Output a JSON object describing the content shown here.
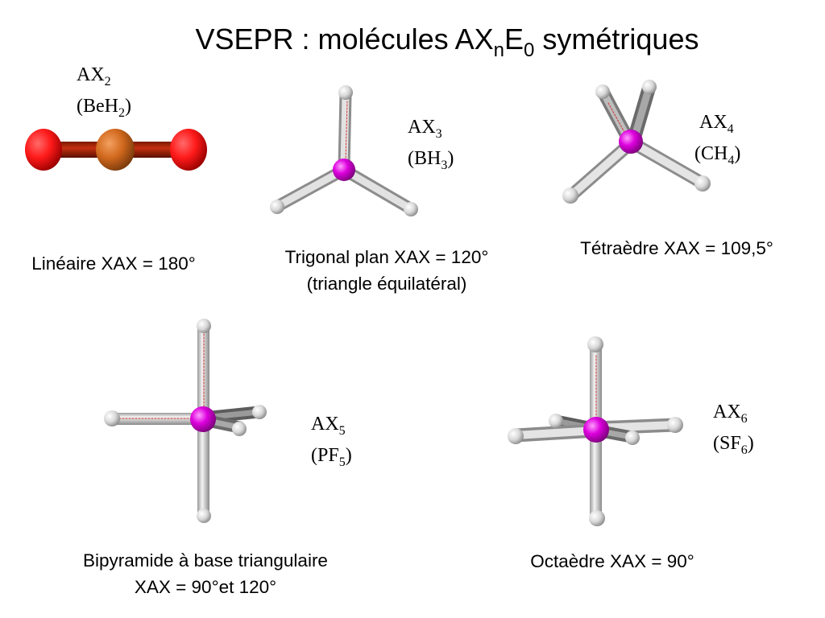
{
  "title": {
    "prefix": "VSEPR : molécules AX",
    "sub1": "n",
    "mid": "E",
    "sub2": "0",
    "suffix": " symétriques"
  },
  "molecules": [
    {
      "id": "ax2",
      "formula_main": "AX",
      "formula_sub": "2",
      "name_open": "(BeH",
      "name_sub": "2",
      "name_close": ")",
      "caption_line1": "Linéaire XAX = 180°",
      "caption_line2": ""
    },
    {
      "id": "ax3",
      "formula_main": "AX",
      "formula_sub": "3",
      "name_open": "(BH",
      "name_sub": "3",
      "name_close": ")",
      "caption_line1": "Trigonal plan XAX = 120°",
      "caption_line2": "(triangle équilatéral)"
    },
    {
      "id": "ax4",
      "formula_main": "AX",
      "formula_sub": "4",
      "name_open": "(CH",
      "name_sub": "4",
      "name_close": ")",
      "caption_line1": "Tétraèdre XAX = 109,5°",
      "caption_line2": ""
    },
    {
      "id": "ax5",
      "formula_main": "AX",
      "formula_sub": "5",
      "name_open": "(PF",
      "name_sub": "5",
      "name_close": ")",
      "caption_line1": "Bipyramide à base triangulaire",
      "caption_line2": "XAX =  90°et 120°"
    },
    {
      "id": "ax6",
      "formula_main": "AX",
      "formula_sub": "6",
      "name_open": "(SF",
      "name_sub": "6",
      "name_close": ")",
      "caption_line1": "Octaèdre XAX = 90°",
      "caption_line2": ""
    }
  ],
  "colors": {
    "central_atom": "#cc00cc",
    "ligand_atom": "#d8d8d8",
    "bond": "#cfcfcf",
    "beh2_h": "#ff2020",
    "beh2_be": "#d2691e"
  }
}
